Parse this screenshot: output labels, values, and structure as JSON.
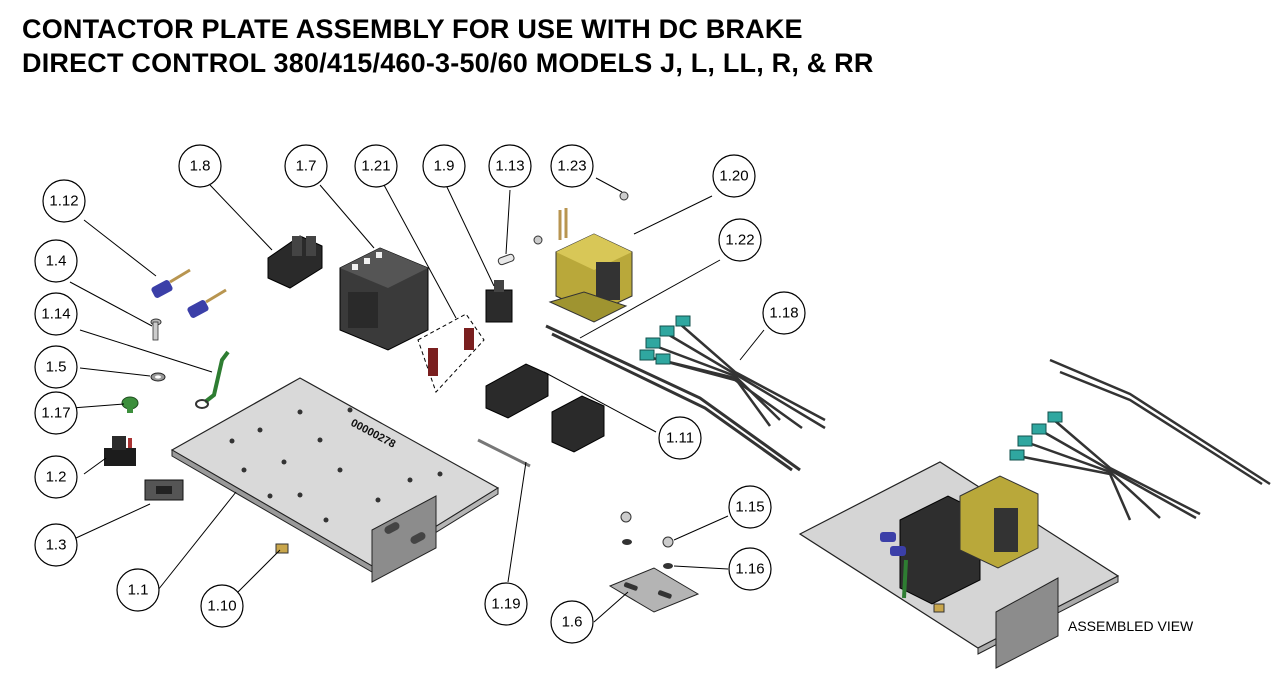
{
  "title": {
    "line1": "CONTACTOR PLATE ASSEMBLY FOR USE WITH DC BRAKE",
    "line2": "DIRECT CONTROL 380/415/460-3-50/60 MODELS J, L, LL, R, & RR"
  },
  "plate_marking": "00000278",
  "assembled_label": "ASSEMBLED VIEW",
  "callouts": [
    {
      "id": "1.1",
      "label": "1.1"
    },
    {
      "id": "1.2",
      "label": "1.2"
    },
    {
      "id": "1.3",
      "label": "1.3"
    },
    {
      "id": "1.4",
      "label": "1.4"
    },
    {
      "id": "1.5",
      "label": "1.5"
    },
    {
      "id": "1.6",
      "label": "1.6"
    },
    {
      "id": "1.7",
      "label": "1.7"
    },
    {
      "id": "1.8",
      "label": "1.8"
    },
    {
      "id": "1.9",
      "label": "1.9"
    },
    {
      "id": "1.10",
      "label": "1.10"
    },
    {
      "id": "1.11",
      "label": "1.11"
    },
    {
      "id": "1.12",
      "label": "1.12"
    },
    {
      "id": "1.13",
      "label": "1.13"
    },
    {
      "id": "1.14",
      "label": "1.14"
    },
    {
      "id": "1.15",
      "label": "1.15"
    },
    {
      "id": "1.16",
      "label": "1.16"
    },
    {
      "id": "1.17",
      "label": "1.17"
    },
    {
      "id": "1.18",
      "label": "1.18"
    },
    {
      "id": "1.19",
      "label": "1.19"
    },
    {
      "id": "1.20",
      "label": "1.20"
    },
    {
      "id": "1.21",
      "label": "1.21"
    },
    {
      "id": "1.22",
      "label": "1.22"
    },
    {
      "id": "1.23",
      "label": "1.23"
    }
  ]
}
